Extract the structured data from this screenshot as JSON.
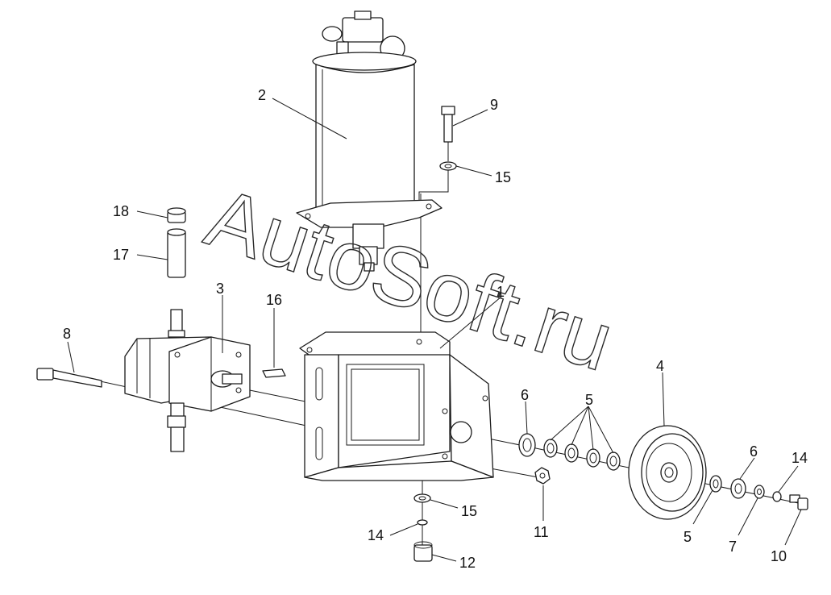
{
  "diagram": {
    "callouts": {
      "c1": "1",
      "c2": "2",
      "c3": "3",
      "c4": "4",
      "c5a": "5",
      "c5b": "5",
      "c6a": "6",
      "c6b": "6",
      "c7": "7",
      "c8": "8",
      "c9": "9",
      "c10": "10",
      "c11": "11",
      "c12": "12",
      "c14a": "14",
      "c14b": "14",
      "c15a": "15",
      "c15b": "15",
      "c16": "16",
      "c17": "17",
      "c18": "18"
    },
    "watermark": "AutoSoft.ru"
  }
}
